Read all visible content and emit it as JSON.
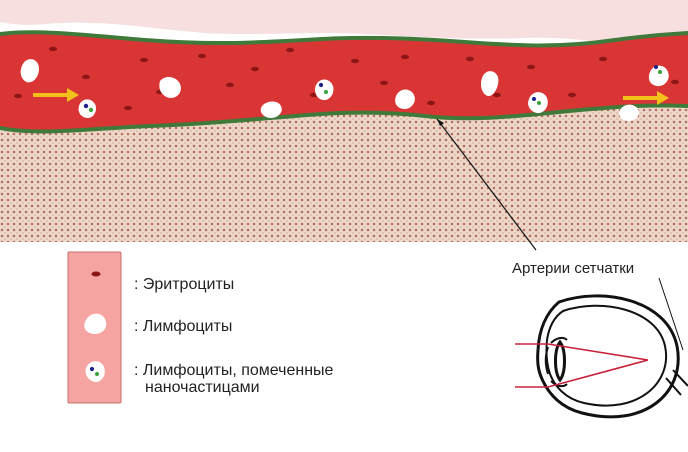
{
  "legend": {
    "items": [
      {
        "label": ":  Эритроциты"
      },
      {
        "label": ":  Лимфоциты"
      },
      {
        "label_line1": ":  Лимфоциты,  помеченные",
        "label_line2": "наночастицами"
      }
    ]
  },
  "callout": {
    "label": "Артерии  сетчатки"
  },
  "colors": {
    "vessel": "#dd3b3b",
    "wall": "#3f7a3a",
    "tissue": "#d7b8a4",
    "arrow": "#f3c21a",
    "legend_bg": "#f6a4a2",
    "outline": "#111111"
  }
}
